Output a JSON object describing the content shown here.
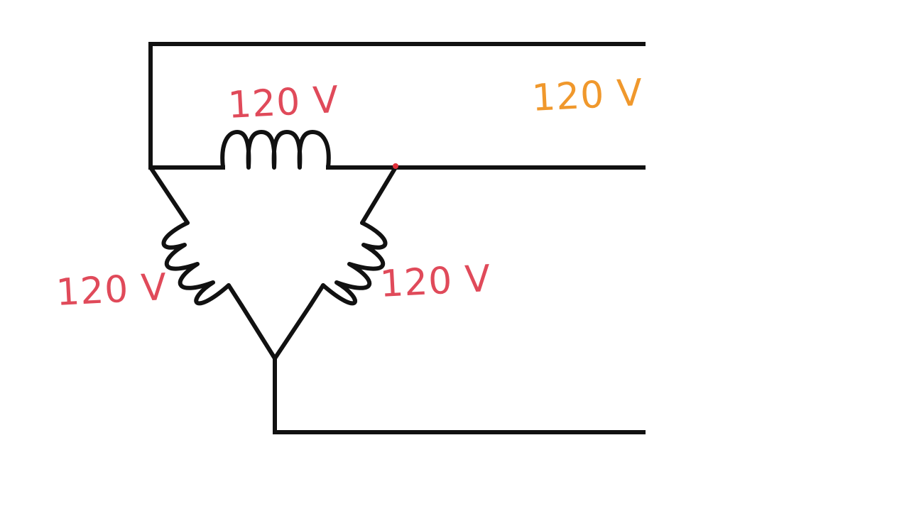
{
  "labels": {
    "top_coil": "120 V",
    "left_coil": "120 V",
    "right_coil": "120 V",
    "line_voltage": "120 V"
  },
  "colors": {
    "background": "#ffffff",
    "wire": "#111111",
    "coil_label": "#e04a5a",
    "line_label": "#f0982c",
    "junction_dot": "#e0303a"
  }
}
